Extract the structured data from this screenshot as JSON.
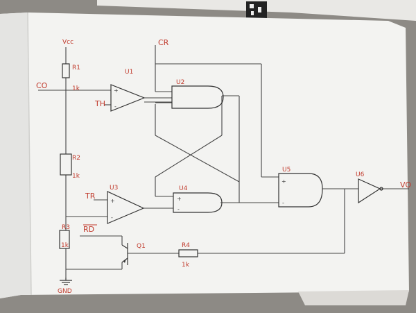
{
  "labels": {
    "vcc": "Vcc",
    "cr": "CR",
    "co": "CO",
    "th": "TH",
    "tr": "TR",
    "rd": "RD",
    "vo": "VO",
    "gnd": "GND",
    "r1": "R1",
    "r1_val": "1k",
    "r2": "R2",
    "r2_val": "1k",
    "r3": "R3",
    "r3_val": "1k",
    "r4": "R4",
    "r4_val": "1k",
    "u1": "U1",
    "u2": "U2",
    "u3": "U3",
    "u4": "U4",
    "u5": "U5",
    "u6": "U6",
    "q1": "Q1",
    "plus": "+",
    "minus": "-"
  },
  "colors": {
    "ink_red": "#c0392b",
    "ink_pencil": "#444444",
    "paper": "#f3f3f1",
    "background": "#8d8a85"
  }
}
